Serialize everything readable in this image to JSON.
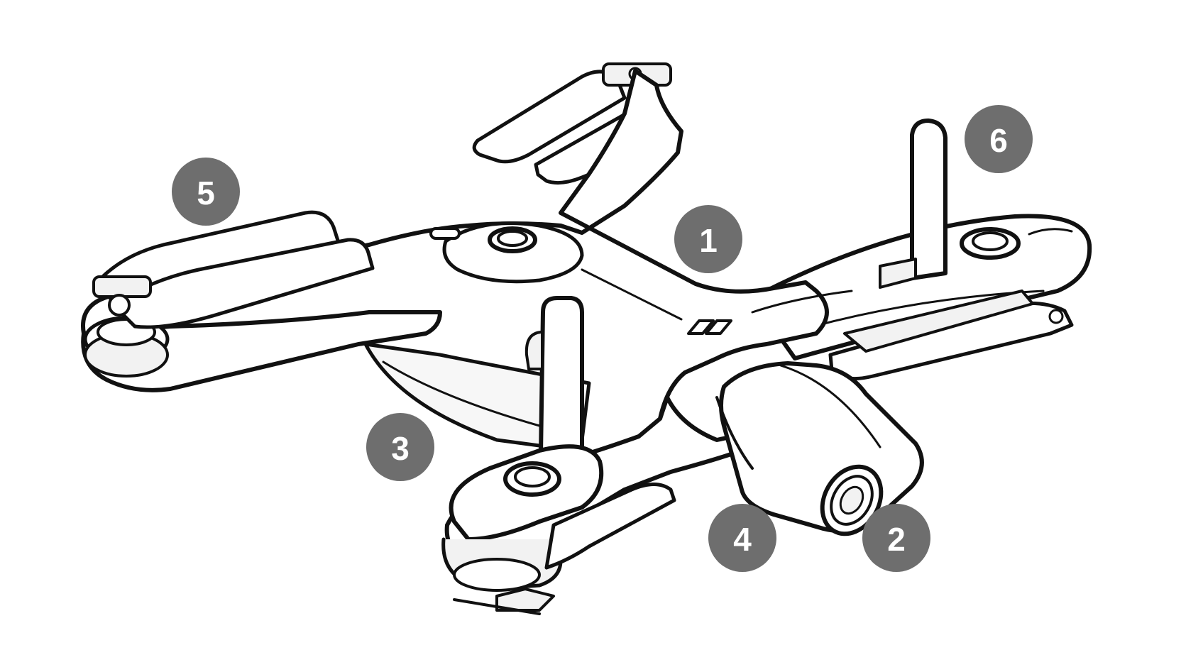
{
  "figure": {
    "subject": "drone-illustration",
    "colors": {
      "outline": "#111111",
      "body_fill": "#ffffff",
      "shade_fill": "#f2f2f2",
      "marker_fill": "#6e6e6e",
      "marker_text": "#ffffff"
    }
  },
  "callouts": [
    {
      "id": "callout-1",
      "label": "1"
    },
    {
      "id": "callout-2",
      "label": "2"
    },
    {
      "id": "callout-3",
      "label": "3"
    },
    {
      "id": "callout-4",
      "label": "4"
    },
    {
      "id": "callout-5",
      "label": "5"
    },
    {
      "id": "callout-6",
      "label": "6"
    }
  ]
}
